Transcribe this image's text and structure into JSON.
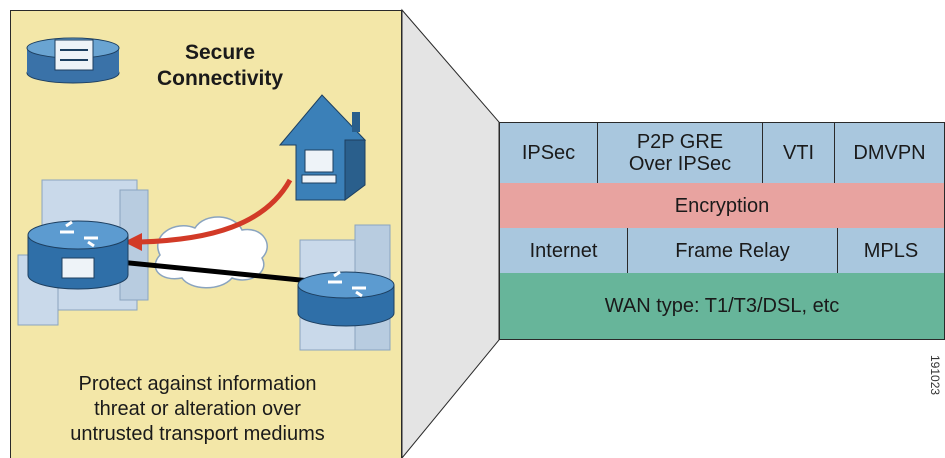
{
  "secure_connectivity": {
    "heading_line1": "Secure",
    "heading_line2": "Connectivity",
    "caption_lines": [
      "Protect against information",
      "threat or alteration over",
      "untrusted transport mediums"
    ]
  },
  "protocol_stack": {
    "row1": [
      "IPSec",
      "P2P GRE\nOver IPSec",
      "VTI",
      "DMVPN"
    ],
    "row2": [
      "Encryption"
    ],
    "row3": [
      "Internet",
      "Frame Relay",
      "MPLS"
    ],
    "row4": [
      "WAN type:  T1/T3/DSL, etc"
    ]
  },
  "figure_id": "191023",
  "colors": {
    "panel_bg": "#f3e7a8",
    "row_blue": "#a9c7de",
    "row_red": "#e8a3a0",
    "row_green": "#67b59a",
    "arrow_red": "#d23a27"
  },
  "icons": [
    "vpn-concentrator-icon",
    "home-office-icon",
    "building-icon",
    "router-icon",
    "cloud-icon",
    "secure-router-icon"
  ]
}
